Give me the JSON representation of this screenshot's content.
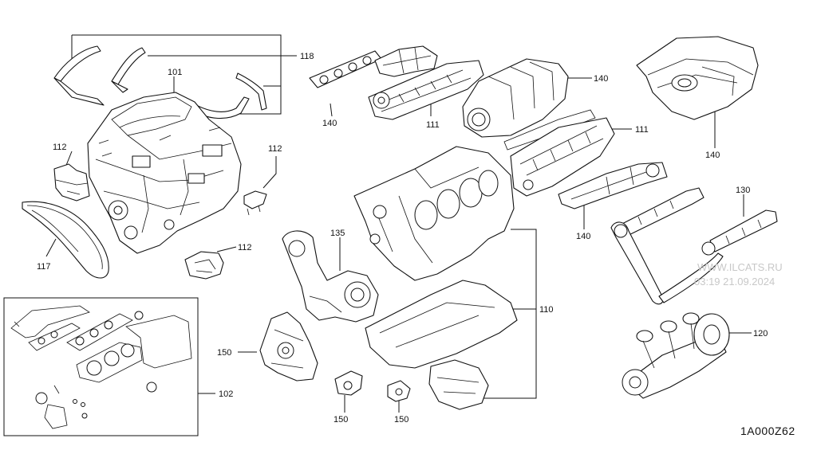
{
  "diagram": {
    "callouts": {
      "c101": "101",
      "c118": "118",
      "c140a": "140",
      "c111a": "111",
      "c140b": "140",
      "c140c": "140",
      "c111b": "111",
      "c112a": "112",
      "c112b": "112",
      "c112c": "112",
      "c117": "117",
      "c135": "135",
      "c130": "130",
      "c140d": "140",
      "c110": "110",
      "c150a": "150",
      "c150b": "150",
      "c150c": "150",
      "c120": "120",
      "c102": "102"
    },
    "watermark_line1": "WWW.ILCATS.RU",
    "watermark_line2": "03:19 21.09.2024",
    "diagram_code": "1A000Z62"
  }
}
